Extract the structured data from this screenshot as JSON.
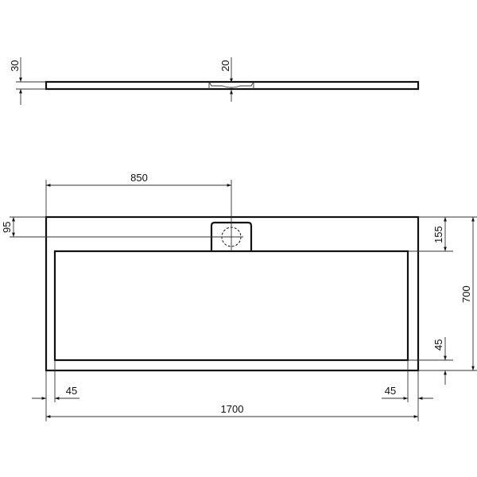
{
  "drawing": {
    "title": "Shower tray dimensional drawing",
    "line_color": "#111111",
    "background": "#ffffff",
    "side_view": {
      "dims": {
        "thickness": "30",
        "drain_depth": "20"
      }
    },
    "plan_view": {
      "dims": {
        "drain_offset_x": "850",
        "drain_offset_y": "95",
        "top_rim": "155",
        "overall_width": "700",
        "bottom_rim": "45",
        "left_rim": "45",
        "right_rim": "45",
        "overall_length": "1700"
      }
    }
  }
}
